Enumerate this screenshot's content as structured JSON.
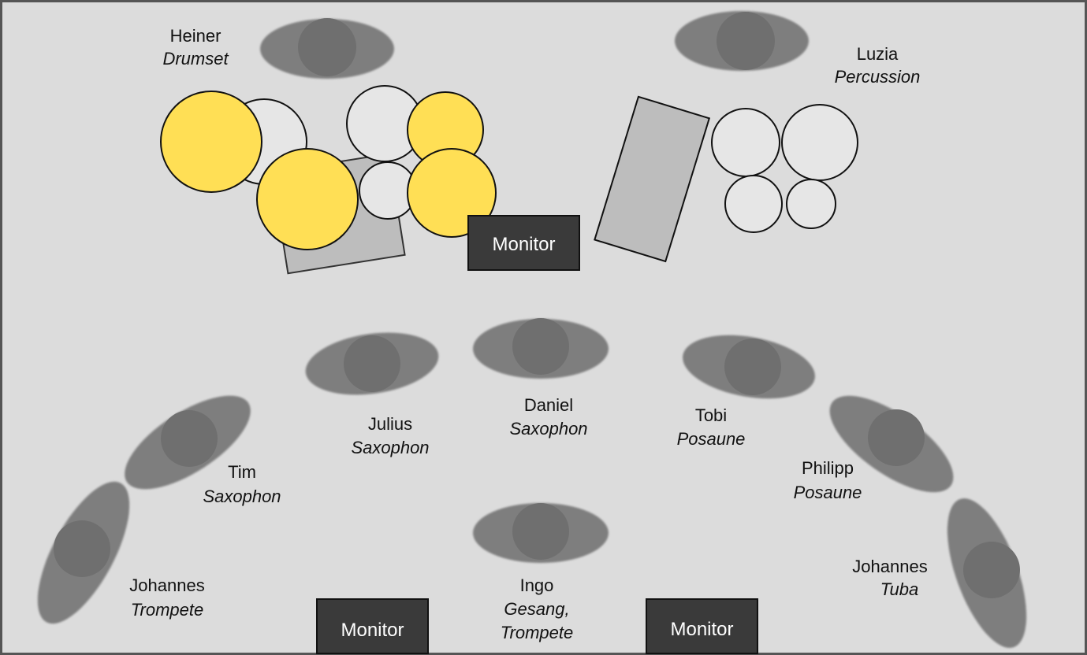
{
  "musicians": [
    {
      "id": "heiner",
      "name": "Heiner",
      "instrument": "Drumset"
    },
    {
      "id": "luzia",
      "name": "Luzia",
      "instrument": "Percussion"
    },
    {
      "id": "julius",
      "name": "Julius",
      "instrument": "Saxophon"
    },
    {
      "id": "daniel",
      "name": "Daniel",
      "instrument": "Saxophon"
    },
    {
      "id": "tobi",
      "name": "Tobi",
      "instrument": "Posaune"
    },
    {
      "id": "tim",
      "name": "Tim",
      "instrument": "Saxophon"
    },
    {
      "id": "philipp",
      "name": "Philipp",
      "instrument": "Posaune"
    },
    {
      "id": "johannes-trompete",
      "name": "Johannes",
      "instrument": "Trompete"
    },
    {
      "id": "ingo",
      "name": "Ingo",
      "instrument": "Gesang,",
      "instrument2": "Trompete"
    },
    {
      "id": "johannes-tuba",
      "name": "Johannes",
      "instrument": "Tuba"
    }
  ],
  "monitors": [
    {
      "id": "monitor-drums",
      "label": "Monitor"
    },
    {
      "id": "monitor-left",
      "label": "Monitor"
    },
    {
      "id": "monitor-right",
      "label": "Monitor"
    }
  ],
  "colors": {
    "stage": "#dcdcdc",
    "person": "#7a7a7a",
    "cymbal": "#ffdf55",
    "drum": "#e6e6e6",
    "monitor": "#3a3a3a",
    "riser": "#bdbdbd"
  }
}
